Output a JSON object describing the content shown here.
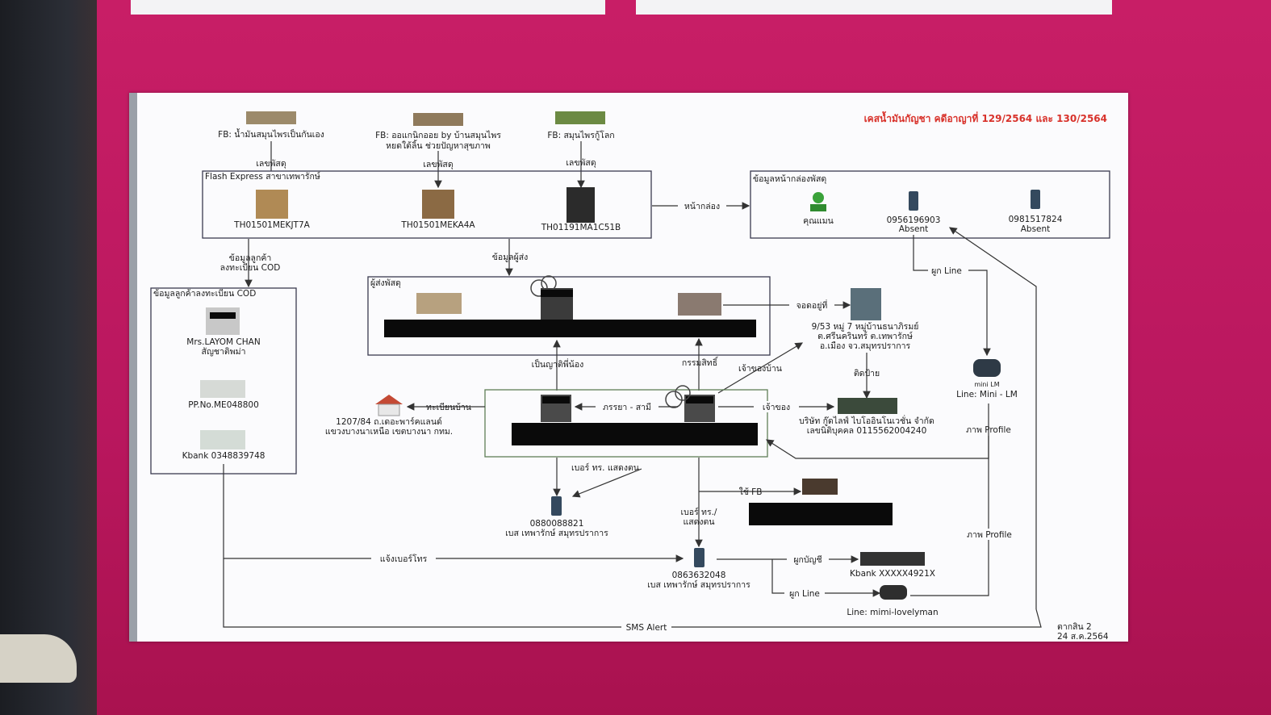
{
  "title": "เคสน้ำมันกัญชา คดีอาญาที่ 129/2564 และ 130/2564",
  "footer": {
    "line1": "ตากสิน 2",
    "line2": "24 ส.ค.2564"
  },
  "sources": [
    {
      "label1": "FB: น้ำมันสมุนไพรเป็นกันเอง",
      "label2": ""
    },
    {
      "label1": "FB: ออแกนิกออย by บ้านสมุนไพร",
      "label2": "หยดใต้ลิ้น ช่วยปัญหาสุขภาพ"
    },
    {
      "label1": "FB: สมุนไพรกู้โลก",
      "label2": ""
    }
  ],
  "edge_labels": {
    "parcel_no": "เลขพัสดุ",
    "box_front": "หน้ากล่อง",
    "customer_cod_1": "ข้อมูลลูกค้า",
    "customer_cod_2": "ลงทะเบียน COD",
    "sender_info": "ข้อมูลผู้ส่ง",
    "line_link": "ผูก Line",
    "lives_at": "จอดอยู่ที่",
    "siblings": "เป็นญาติพี่น้อง",
    "ownership": "กรรมสิทธิ์",
    "house_owner": "เจ้าของบ้าน",
    "posted": "ติดป้าย",
    "house_reg": "ทะเบียนบ้าน",
    "spouse": "ภรรยา - สามี",
    "owner": "เจ้าของ",
    "phone_id": "เบอร์ ทร.   แสดงตน",
    "uses_fb": "ใช้ FB",
    "phone_id2a": "เบอร์ ทร./",
    "phone_id2b": "แสดงตน",
    "notify_phone": "แจ้งเบอร์โทร",
    "link_account": "ผูกบัญชี",
    "line_link2": "ผูก Line",
    "profile_pic": "ภาพ Profile",
    "profile_pic2": "ภาพ Profile",
    "sms_alert": "SMS Alert"
  },
  "flash": {
    "title": "Flash Express สาขาเทพารักษ์",
    "parcels": [
      "TH01501MEKJT7A",
      "TH01501MEKA4A",
      "TH01191MA1C51B"
    ]
  },
  "box_info": {
    "title": "ข้อมูลหน้ากล่องพัสดุ",
    "name": "คุณแมน",
    "phone1": "0956196903",
    "phone2": "0981517824",
    "status": "Absent"
  },
  "cod": {
    "title": "ข้อมูลลูกค้าลงทะเบียน COD",
    "name": "Mrs.LAYOM CHAN",
    "nationality": "สัญชาติพม่า",
    "passport": "PP.No.ME048800",
    "bank": "Kbank 0348839748"
  },
  "sender": {
    "title": "ผู้ส่งพัสดุ"
  },
  "house": {
    "line1": "9/53 หมู่ 7 หมู่บ้านธนาภิรมย์",
    "line2": "ต.ศรีนครินทร์ ต.เทพารักษ์",
    "line3": "อ.เมือง จว.สมุทรปราการ"
  },
  "home_reg": {
    "line1": "1207/84 ถ.เดอะพาร์คแลนด์",
    "line2": "แขวงบางนาเหนือ เขตบางนา กทม."
  },
  "company": {
    "line1": "บริษัท กู๊ดไลฟ์ ไบโออินโนเวชั่น จำกัด",
    "line2": "เลขนิติบุคคล 0115562004240"
  },
  "line_mini": {
    "small": "mini LM",
    "label": "Line: Mini - LM"
  },
  "phone_a": {
    "number": "0880088821",
    "network": "เบส เทพารักษ์ สมุทรปราการ"
  },
  "phone_b": {
    "number": "0863632048",
    "network": "เบส เทพารักษ์ สมุทรปราการ"
  },
  "kbank2": "Kbank XXXXX4921X",
  "line_mimi": "Line: mimi-lovelyman"
}
